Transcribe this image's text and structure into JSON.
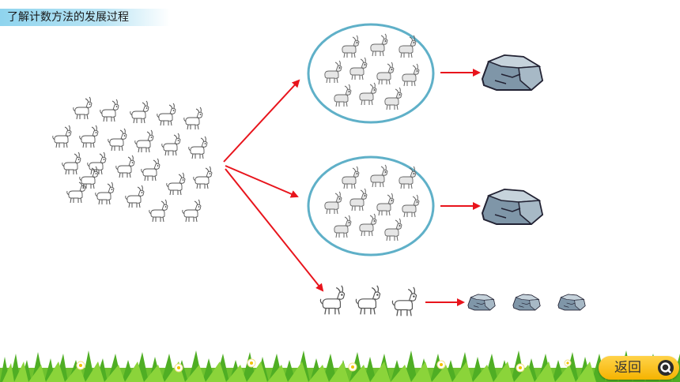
{
  "title": "了解计数方法的发展过程",
  "back_button": {
    "label": "返回",
    "icon": "search-icon"
  },
  "groups": [
    {
      "kind": "circle-of-ten",
      "goats": 10,
      "stones": 1
    },
    {
      "kind": "circle-of-ten",
      "goats": 10,
      "stones": 1
    },
    {
      "kind": "single-goats",
      "goats": 3,
      "stones": 3
    }
  ],
  "herd": {
    "goats": 23
  },
  "colors": {
    "arrow": "#e8141c",
    "circle": "#5fb0c8",
    "banner": "#8fd4ee",
    "grass": "#5cb82a",
    "button": "#f5b300"
  }
}
